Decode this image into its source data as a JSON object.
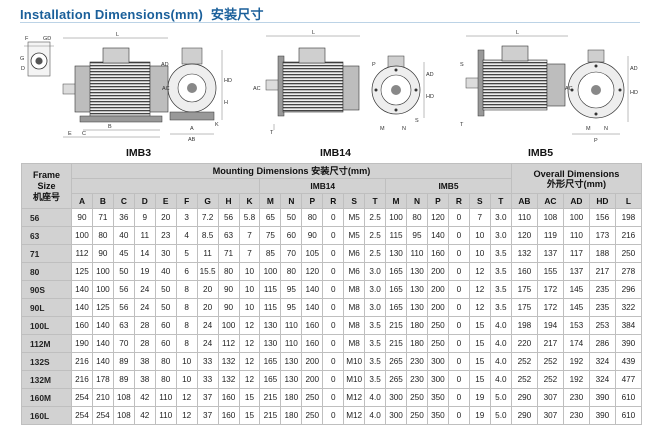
{
  "header": {
    "title": "Installation Dimensions(mm)",
    "title_cn": "安装尺寸"
  },
  "diagram": {
    "views": [
      "IMB3",
      "IMB14",
      "IMB5"
    ],
    "labels": {
      "shaft_detail": [
        "F",
        "G",
        "D",
        "GD"
      ],
      "imb3": [
        "L",
        "AD",
        "AC",
        "HD",
        "AB",
        "H",
        "K",
        "B",
        "C",
        "E",
        "A"
      ],
      "imb14": [
        "L",
        "T",
        "AC",
        "AD",
        "HD",
        "P",
        "M",
        "N",
        "S"
      ],
      "imb5": [
        "L",
        "S",
        "AD",
        "HD",
        "AC",
        "M",
        "N",
        "P",
        "T"
      ]
    }
  },
  "table": {
    "header": {
      "frame_size": [
        "Frame",
        "Size",
        "机座号"
      ],
      "mounting": "Mounting Dimensions 安装尺寸(mm)",
      "overall": [
        "Overall Dimensions",
        "外形尺寸(mm)"
      ],
      "imb14": "IMB14",
      "imb5": "IMB5"
    },
    "columns": [
      "A",
      "B",
      "C",
      "D",
      "E",
      "F",
      "G",
      "H",
      "K",
      "M",
      "N",
      "P",
      "R",
      "S",
      "T",
      "M",
      "N",
      "P",
      "R",
      "S",
      "T",
      "AB",
      "AC",
      "AD",
      "HD",
      "L"
    ],
    "rows": [
      {
        "frame": "56",
        "cells": [
          "90",
          "71",
          "36",
          "9",
          "20",
          "3",
          "7.2",
          "56",
          "5.8",
          "65",
          "50",
          "80",
          "0",
          "M5",
          "2.5",
          "100",
          "80",
          "120",
          "0",
          "7",
          "3.0",
          "110",
          "108",
          "100",
          "156",
          "198"
        ]
      },
      {
        "frame": "63",
        "cells": [
          "100",
          "80",
          "40",
          "11",
          "23",
          "4",
          "8.5",
          "63",
          "7",
          "75",
          "60",
          "90",
          "0",
          "M5",
          "2.5",
          "115",
          "95",
          "140",
          "0",
          "10",
          "3.0",
          "120",
          "119",
          "110",
          "173",
          "216"
        ]
      },
      {
        "frame": "71",
        "cells": [
          "112",
          "90",
          "45",
          "14",
          "30",
          "5",
          "11",
          "71",
          "7",
          "85",
          "70",
          "105",
          "0",
          "M6",
          "2.5",
          "130",
          "110",
          "160",
          "0",
          "10",
          "3.5",
          "132",
          "137",
          "117",
          "188",
          "250"
        ]
      },
      {
        "frame": "80",
        "cells": [
          "125",
          "100",
          "50",
          "19",
          "40",
          "6",
          "15.5",
          "80",
          "10",
          "100",
          "80",
          "120",
          "0",
          "M6",
          "3.0",
          "165",
          "130",
          "200",
          "0",
          "12",
          "3.5",
          "160",
          "155",
          "137",
          "217",
          "278"
        ]
      },
      {
        "frame": "90S",
        "cells": [
          "140",
          "100",
          "56",
          "24",
          "50",
          "8",
          "20",
          "90",
          "10",
          "115",
          "95",
          "140",
          "0",
          "M8",
          "3.0",
          "165",
          "130",
          "200",
          "0",
          "12",
          "3.5",
          "175",
          "172",
          "145",
          "235",
          "296"
        ]
      },
      {
        "frame": "90L",
        "cells": [
          "140",
          "125",
          "56",
          "24",
          "50",
          "8",
          "20",
          "90",
          "10",
          "115",
          "95",
          "140",
          "0",
          "M8",
          "3.0",
          "165",
          "130",
          "200",
          "0",
          "12",
          "3.5",
          "175",
          "172",
          "145",
          "235",
          "322"
        ]
      },
      {
        "frame": "100L",
        "cells": [
          "160",
          "140",
          "63",
          "28",
          "60",
          "8",
          "24",
          "100",
          "12",
          "130",
          "110",
          "160",
          "0",
          "M8",
          "3.5",
          "215",
          "180",
          "250",
          "0",
          "15",
          "4.0",
          "198",
          "194",
          "153",
          "253",
          "384"
        ]
      },
      {
        "frame": "112M",
        "cells": [
          "190",
          "140",
          "70",
          "28",
          "60",
          "8",
          "24",
          "112",
          "12",
          "130",
          "110",
          "160",
          "0",
          "M8",
          "3.5",
          "215",
          "180",
          "250",
          "0",
          "15",
          "4.0",
          "220",
          "217",
          "174",
          "286",
          "390"
        ]
      },
      {
        "frame": "132S",
        "cells": [
          "216",
          "140",
          "89",
          "38",
          "80",
          "10",
          "33",
          "132",
          "12",
          "165",
          "130",
          "200",
          "0",
          "M10",
          "3.5",
          "265",
          "230",
          "300",
          "0",
          "15",
          "4.0",
          "252",
          "252",
          "192",
          "324",
          "439"
        ]
      },
      {
        "frame": "132M",
        "cells": [
          "216",
          "178",
          "89",
          "38",
          "80",
          "10",
          "33",
          "132",
          "12",
          "165",
          "130",
          "200",
          "0",
          "M10",
          "3.5",
          "265",
          "230",
          "300",
          "0",
          "15",
          "4.0",
          "252",
          "252",
          "192",
          "324",
          "477"
        ]
      },
      {
        "frame": "160M",
        "cells": [
          "254",
          "210",
          "108",
          "42",
          "110",
          "12",
          "37",
          "160",
          "15",
          "215",
          "180",
          "250",
          "0",
          "M12",
          "4.0",
          "300",
          "250",
          "350",
          "0",
          "19",
          "5.0",
          "290",
          "307",
          "230",
          "390",
          "610"
        ]
      },
      {
        "frame": "160L",
        "cells": [
          "254",
          "254",
          "108",
          "42",
          "110",
          "12",
          "37",
          "160",
          "15",
          "215",
          "180",
          "250",
          "0",
          "M12",
          "4.0",
          "300",
          "250",
          "350",
          "0",
          "19",
          "5.0",
          "290",
          "307",
          "230",
          "390",
          "610"
        ]
      }
    ]
  }
}
